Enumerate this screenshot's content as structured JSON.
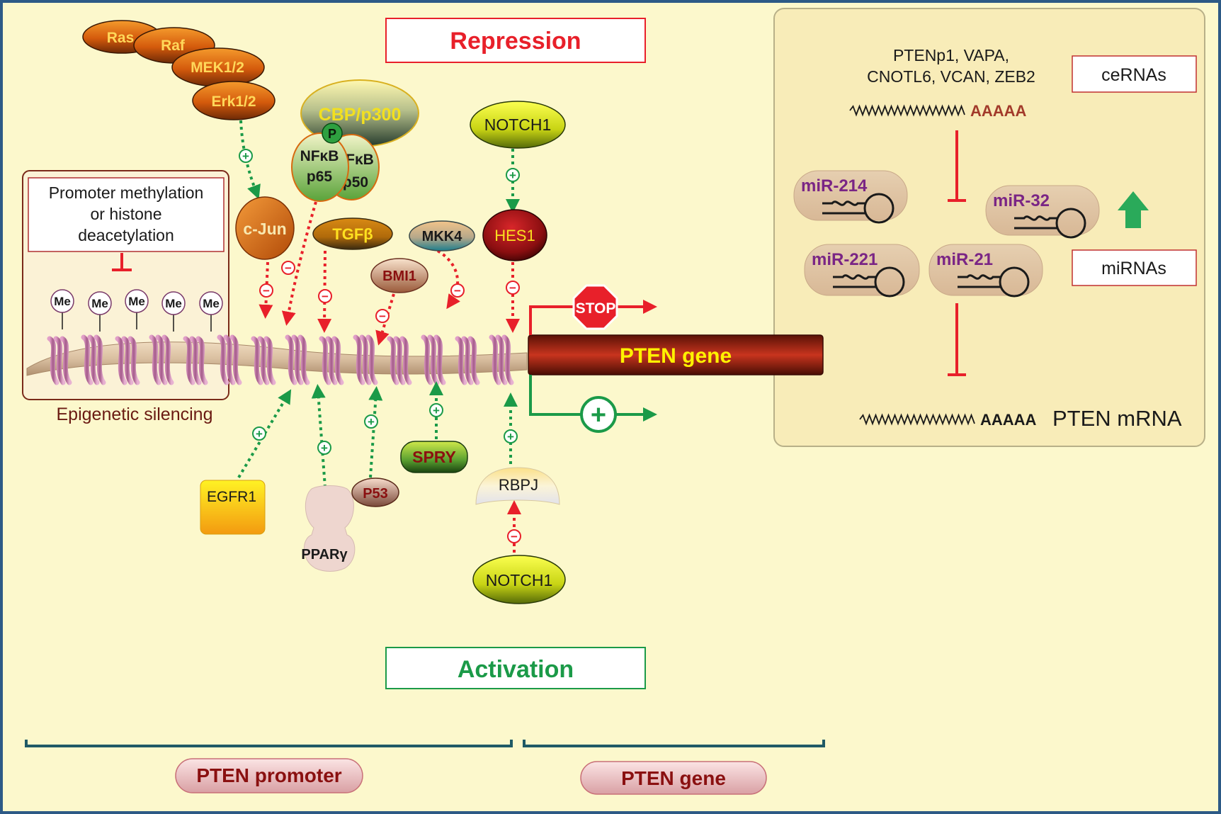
{
  "header": {
    "repression": "Repression",
    "activation": "Activation"
  },
  "mapk_cascade": {
    "ras": "Ras",
    "raf": "Raf",
    "mek": "MEK1/2",
    "erk": "Erk1/2"
  },
  "repressors": {
    "cbp": "CBP/p300",
    "phospho": "P",
    "nfkb_p65_line1": "NFκB",
    "nfkb_p65_line2": "p65",
    "nfkb_p50_line1": "FκB",
    "nfkb_p50_line2": "p50",
    "cjun": "c-Jun",
    "tgfb": "TGFβ",
    "mkk4": "MKK4",
    "bmi1": "BMI1",
    "notch1_top": "NOTCH1",
    "hes1": "HES1"
  },
  "activators": {
    "egfr1": "EGFR1",
    "ppar": "PPARγ",
    "p53": "P53",
    "spry": "SPRY",
    "rbpj": "RBPJ",
    "notch1_bottom": "NOTCH1"
  },
  "signs": {
    "plus": "+",
    "minus": "−"
  },
  "epigenetic": {
    "box_line1": "Promoter methylation",
    "box_line2": "or histone",
    "box_line3": "deacetylation",
    "me": "Me",
    "caption": "Epigenetic silencing"
  },
  "gene": {
    "label": "PTEN gene",
    "stop": "STOP"
  },
  "rna_panel": {
    "cerna_line1": "PTENp1, VAPA,",
    "cerna_line2": "CNOTL6, VCAN, ZEB2",
    "cerna_box": "ceRNAs",
    "polya": "AAAAA",
    "mirnas_box": "miRNAs",
    "mir214": "miR-214",
    "mir32": "miR-32",
    "mir221": "miR-221",
    "mir21": "miR-21",
    "mrna_polya": "AAAAA",
    "mrna_label": "PTEN mRNA"
  },
  "footer": {
    "promoter": "PTEN promoter",
    "gene": "PTEN gene"
  },
  "colors": {
    "background": "#fcf8cc",
    "border": "#2d5a86",
    "repression_red": "#e8202a",
    "activation_green": "#1b9a48",
    "gene_bar": "#8e1e10",
    "mirna_purple": "#7a2585",
    "panel": "#f8ecb8"
  }
}
